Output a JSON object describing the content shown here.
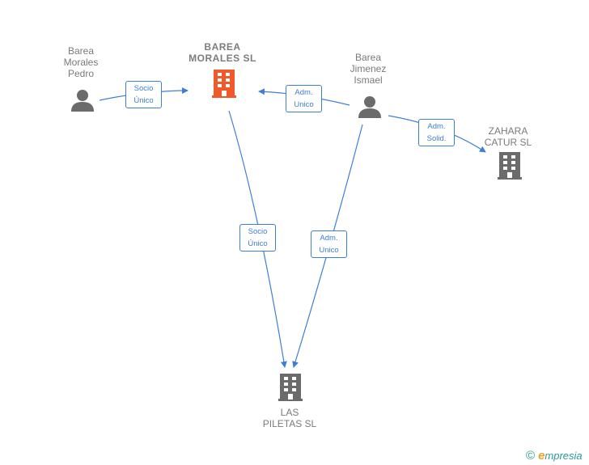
{
  "nodes": {
    "pedro": {
      "label": "Barea\nMorales\nPedro"
    },
    "barea": {
      "label": "BAREA\nMORALES  SL"
    },
    "ismael": {
      "label": "Barea\nJimenez\nIsmael"
    },
    "zahara": {
      "label": "ZAHARA\nCATUR SL"
    },
    "piletas": {
      "label": "LAS\nPILETAS SL"
    }
  },
  "edges": {
    "pedro_barea": {
      "label": "Socio\nÚnico"
    },
    "ismael_barea": {
      "label": "Adm.\nUnico"
    },
    "ismael_zahara": {
      "label": "Adm.\nSolid."
    },
    "barea_piletas": {
      "label": "Socio\nÚnico"
    },
    "ismael_piletas": {
      "label": "Adm.\nUnico"
    }
  },
  "colors": {
    "edge": "#3d7fd6",
    "company_main": "#f05a2b",
    "company": "#6b6b6b",
    "person": "#6b6b6b"
  },
  "icons": {
    "person": "person-icon",
    "company": "building-icon"
  },
  "brand": {
    "copyright": "©",
    "name_initial": "e",
    "name_rest": "mpresia"
  }
}
